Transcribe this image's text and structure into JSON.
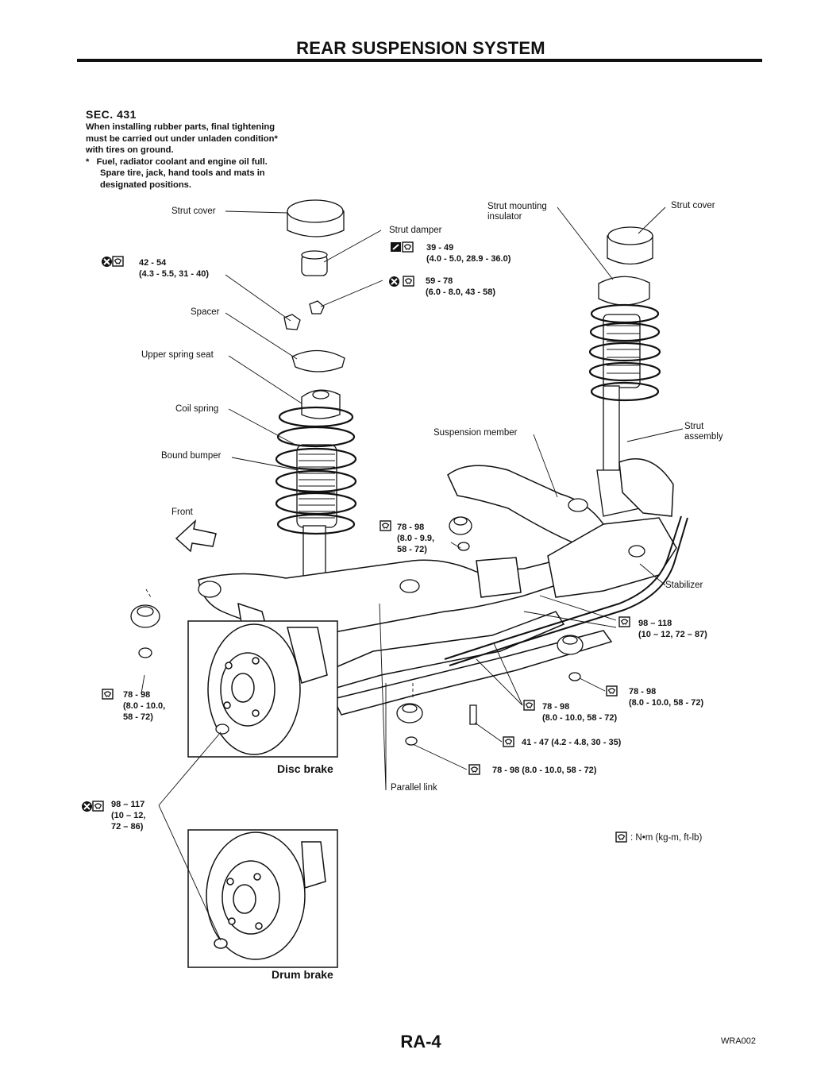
{
  "header": {
    "title": "REAR SUSPENSION SYSTEM"
  },
  "notes": {
    "section": "SEC. 431",
    "line1": "When installing rubber parts, final tightening",
    "line2": "must be carried out under unladen condition*",
    "line3": "with tires on ground.",
    "line4": "*   Fuel, radiator coolant and engine oil full.",
    "line5": "Spare tire, jack, hand tools and mats in",
    "line6": "designated positions."
  },
  "labels": {
    "strut_cover_left": "Strut cover",
    "strut_damper": "Strut damper",
    "strut_mounting_1": "Strut mounting",
    "strut_mounting_2": "insulator",
    "strut_cover_right": "Strut cover",
    "spacer": "Spacer",
    "upper_spring_seat": "Upper spring seat",
    "coil_spring": "Coil spring",
    "bound_bumper": "Bound bumper",
    "front": "Front",
    "suspension_member": "Suspension member",
    "strut_assembly_1": "Strut",
    "strut_assembly_2": "assembly",
    "stabilizer": "Stabilizer",
    "parallel_link": "Parallel link",
    "disc_brake": "Disc brake",
    "drum_brake": "Drum brake",
    "legend": ": N•m (kg-m, ft-lb)"
  },
  "torques": {
    "t1a": "42 - 54",
    "t1b": "(4.3 - 5.5, 31 - 40)",
    "t2a": "39 - 49",
    "t2b": "(4.0 - 5.0, 28.9 - 36.0)",
    "t3a": "59 - 78",
    "t3b": "(6.0 - 8.0, 43 - 58)",
    "t4a": "78 - 98",
    "t4b": "(8.0 - 9.9,",
    "t4c": "58 - 72)",
    "t5a": "98 – 118",
    "t5b": "(10 – 12, 72 – 87)",
    "t6a": "78 - 98",
    "t6b": "(8.0 - 10.0,",
    "t6c": "58 - 72)",
    "t7a": "78 - 98",
    "t7b": "(8.0 - 10.0, 58 - 72)",
    "t8a": "78 - 98",
    "t8b": "(8.0 - 10.0, 58 - 72)",
    "t9": "41 - 47 (4.2 - 4.8, 30 - 35)",
    "t10": "78 - 98 (8.0 - 10.0, 58 - 72)",
    "t11a": "98 – 117",
    "t11b": "(10 – 12,",
    "t11c": "72 – 86)"
  },
  "footer": {
    "figure_code": "WRA002",
    "page_number": "RA-4"
  }
}
